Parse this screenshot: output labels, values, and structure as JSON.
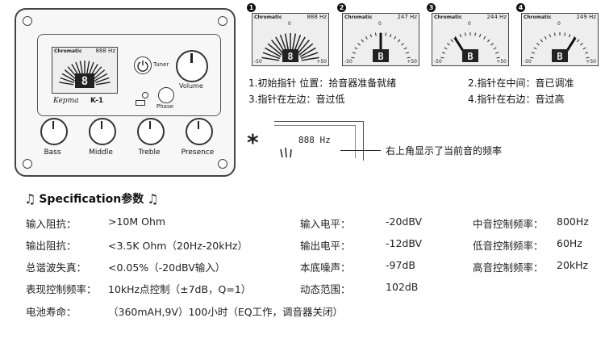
{
  "panel": {
    "brand": "Kepma",
    "model": "K-1",
    "tuner_button": "Tuner",
    "phase_button": "Phase",
    "volume_label": "Volume",
    "lcd_mode": "Chromatic",
    "lcd_freq": "888 Hz",
    "lcd_note": "8",
    "knobs": [
      "Bass",
      "Middle",
      "Treble",
      "Presence"
    ]
  },
  "tuner_states": [
    {
      "num": "1",
      "mode": "Chromatic",
      "freq": "888 Hz",
      "note": "8",
      "scale_left": "-50",
      "scale_mid": "0",
      "scale_right": "+50",
      "level": 0
    },
    {
      "num": "2",
      "mode": "Chromatic",
      "freq": "247 Hz",
      "note": "B",
      "scale_left": "-50",
      "scale_mid": "0",
      "scale_right": "+50",
      "level": 0.5
    },
    {
      "num": "3",
      "mode": "Chromatic",
      "freq": "244 Hz",
      "note": "B",
      "scale_left": "-50",
      "scale_mid": "0",
      "scale_right": "+50",
      "level": 0.3
    },
    {
      "num": "4",
      "mode": "Chromatic",
      "freq": "249 Hz",
      "note": "B",
      "scale_left": "-50",
      "scale_mid": "0",
      "scale_right": "+50",
      "level": 0.7
    }
  ],
  "captions": {
    "c1": "1.初始指针 位置：拾音器准备就绪",
    "c2": "2.指针在中间：音已调准",
    "c3": "3.指针在左边：音过低",
    "c4": "4.指针在右边：音过高"
  },
  "note": {
    "star": "*",
    "freq": "888 Hz",
    "text": "右上角显示了当前音的频率"
  },
  "spec": {
    "title": "Specification参数",
    "rows": [
      [
        [
          "输入阻抗：",
          ">10M  Ohm"
        ],
        [
          "输入电平：",
          "-20dBV"
        ],
        [
          "中音控制频率：",
          "800Hz"
        ]
      ],
      [
        [
          "输出阻抗：",
          "<3.5K  Ohm（20Hz-20kHz）"
        ],
        [
          "输出电平：",
          "-12dBV"
        ],
        [
          "低音控制频率：",
          "60Hz"
        ]
      ],
      [
        [
          "总谐波失真：",
          "<0.05%（-20dBV输入）"
        ],
        [
          "本底噪声：",
          "-97dB"
        ],
        [
          "高音控制频率：",
          "20kHz"
        ]
      ],
      [
        [
          "表现控制频率：",
          "10kHz点控制（±7dB，Q=1）"
        ],
        [
          "动态范围：",
          "102dB"
        ],
        [
          "",
          ""
        ]
      ],
      [
        [
          "电池寿命：",
          "（360mAH,9V）100小时（EQ工作，调音器关闭）"
        ],
        [
          "",
          ""
        ],
        [
          "",
          ""
        ]
      ]
    ]
  }
}
